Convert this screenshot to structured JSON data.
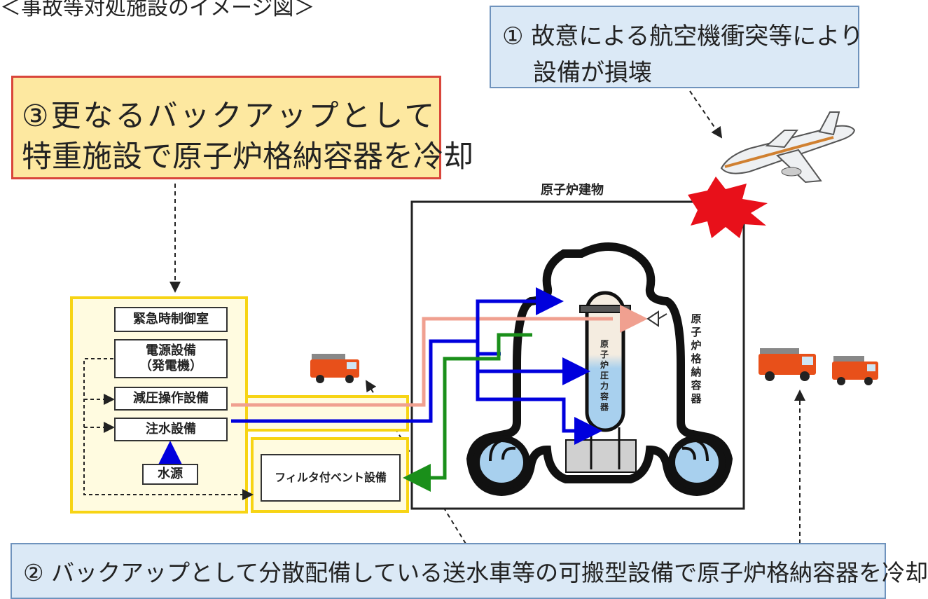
{
  "title": "＜事故等対処施設のイメージ図＞",
  "callout1": {
    "line1": "① 故意による航空機衝突等により",
    "line2": "設備が損壊"
  },
  "callout2": {
    "text": "② バックアップとして分散配備している送水車等の可搬型設備で原子炉格納容器を冷却"
  },
  "callout3": {
    "line1": "③更なるバックアップとして",
    "line2": "特重施設で原子炉格納容器を冷却"
  },
  "facility": {
    "control_room": "緊急時制御室",
    "power": "電源設備\n（発電機）",
    "depressurize": "減圧操作設備",
    "injection": "注水設備",
    "water_source": "水源",
    "filter_vent": "フィルタ付ベント設備"
  },
  "reactor": {
    "building_label": "原子炉建物",
    "containment_label": "原子炉格納容器",
    "vessel_label": "原子炉圧力容器"
  },
  "icons": [
    "airplane-icon",
    "explosion-icon",
    "fire-truck-icon"
  ],
  "colors": {
    "injection_line": "#0000dd",
    "vent_line": "#1a8f1a",
    "depressurize_line": "#f0a090",
    "water": "#a8d0ee",
    "facility_frame": "#f7d414",
    "explosion": "#e8101a"
  }
}
